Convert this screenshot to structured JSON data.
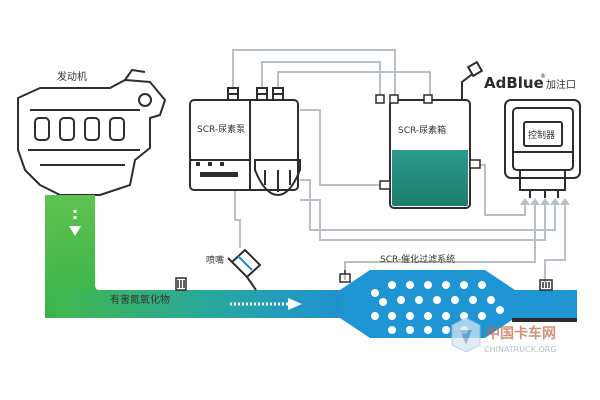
{
  "labels": {
    "engine": "发动机",
    "pump": "SCR-尿素泵",
    "tank": "SCR-尿素箱",
    "brand": "AdBlue",
    "brand_mark": "®",
    "filler": "加注口",
    "controller": "控制器",
    "nozzle": "喷嘴",
    "catalyst": "SCR-催化过滤系统",
    "gas": "有害氮氧化物"
  },
  "watermark": {
    "cn": "中国卡车网",
    "en": "CHINATRUCK.ORG"
  },
  "colors": {
    "line": "#b7bfc7",
    "blue": "#1e88d0",
    "green": "#36b24a",
    "dark": "#2d2d2d"
  }
}
